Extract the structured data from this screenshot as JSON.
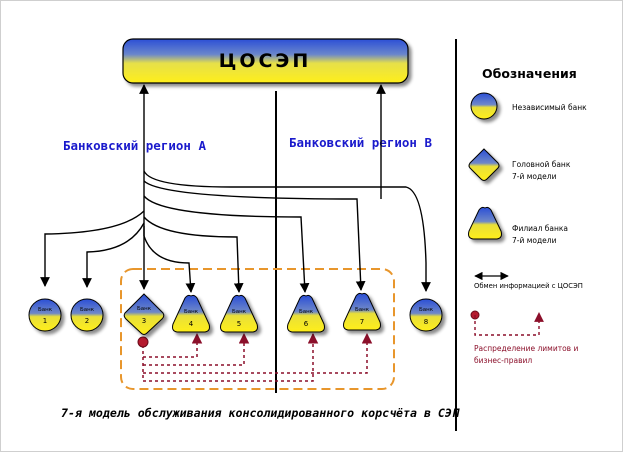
{
  "header": {
    "title": "ЦОСЭП"
  },
  "regions": {
    "a": "Банковский  регион  А",
    "b": "Банковский  регион  В"
  },
  "banks": [
    {
      "label": "Банк",
      "num": "1",
      "shape": "circle"
    },
    {
      "label": "Банк",
      "num": "2",
      "shape": "circle"
    },
    {
      "label": "Банк",
      "num": "3",
      "shape": "diamond"
    },
    {
      "label": "Банк",
      "num": "4",
      "shape": "triangle"
    },
    {
      "label": "Банк",
      "num": "5",
      "shape": "triangle"
    },
    {
      "label": "Банк",
      "num": "6",
      "shape": "triangle"
    },
    {
      "label": "Банк",
      "num": "7",
      "shape": "triangle"
    },
    {
      "label": "Банк",
      "num": "8",
      "shape": "circle"
    }
  ],
  "legend": {
    "title": "Обозначения",
    "independent": "Независимый банк",
    "head_line1": "Головной банк",
    "head_line2": "7-й модели",
    "branch_line1": "Филиал банка",
    "branch_line2": "7-й модели",
    "exchange": "Обмен информацией с ЦОСЭП",
    "distribution_line1": "Распределение лимитов и",
    "distribution_line2": "бизнес-правил"
  },
  "caption": "7-я  модель  обслуживания  консолидированного  корсчёта  в  СЭП",
  "colors": {
    "node_top": "#2b4fd6",
    "node_bottom": "#ffe81a",
    "region_text": "#1a1acc",
    "dashed_box": "#e8962c",
    "distribution": "#8b0f2a",
    "line": "#000000"
  }
}
